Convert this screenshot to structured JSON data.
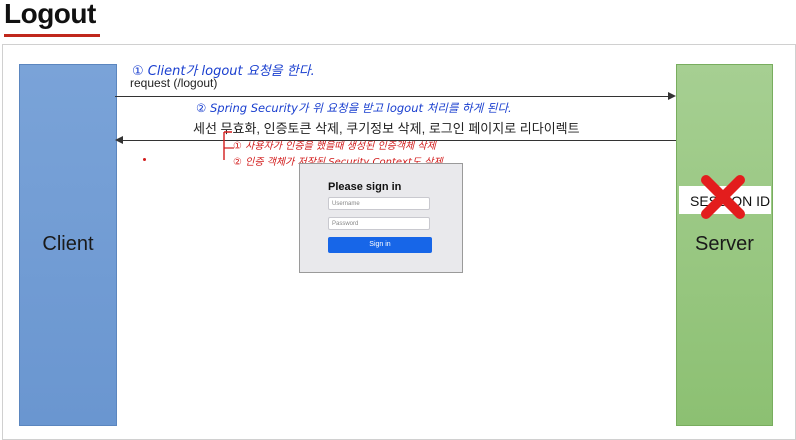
{
  "page": {
    "title": "Logout"
  },
  "actors": {
    "client": "Client",
    "server": "Server"
  },
  "messages": {
    "request": "request (/logout)",
    "response": "세선 무효화, 인증토큰 삭제, 쿠기정보 삭제, 로그인 페이지로 리다이렉트"
  },
  "annotations": {
    "note1": "① Client가 logout 요청을 한다.",
    "note2": "② Spring Security가 위 요청을 받고 logout 처리를 하게 된다.",
    "sub1": "① 사용자가 인증을 했을때 생성된 인증객체 삭제",
    "sub2": "② 인증 객체가 저장된 Security Context도 삭제"
  },
  "login_form": {
    "title": "Please sign in",
    "username_placeholder": "Username",
    "password_placeholder": "Password",
    "button_label": "Sign in"
  },
  "session": {
    "label": "SESSION ID"
  },
  "colors": {
    "client_box": "#7aa3d8",
    "server_box": "#8cc072",
    "title_underline": "#c0281c",
    "annotation_blue": "#1a3fcf",
    "annotation_red": "#d21c1c",
    "signin_button": "#1766e8"
  }
}
